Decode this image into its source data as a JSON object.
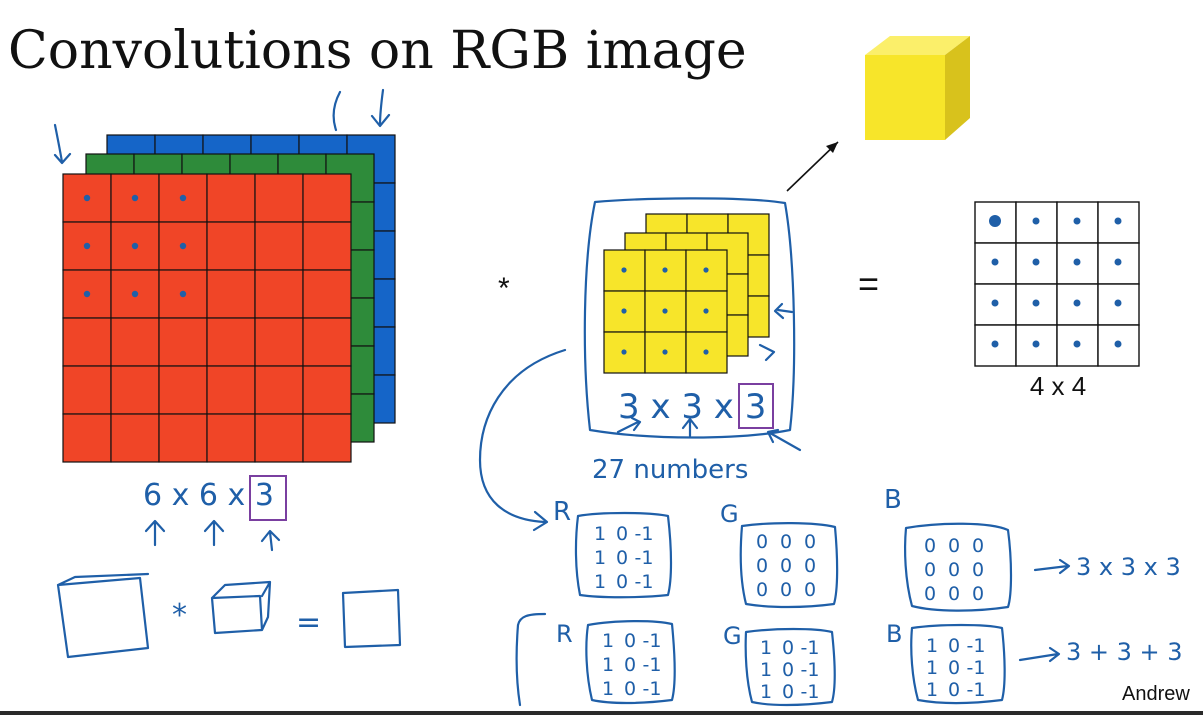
{
  "slide": {
    "title": "Convolutions on RGB image",
    "credit": "Andrew"
  },
  "input_volume": {
    "dims_label": "6 x 6 x 3",
    "rows": 6,
    "cols": 6
  },
  "filter": {
    "dims_label": "3 x 3 x 3",
    "count_label": "27 numbers",
    "rows": 3,
    "cols": 3
  },
  "operators": {
    "convolve": "*",
    "equals": "="
  },
  "output": {
    "size_label": "4 x 4",
    "rows": 4,
    "cols": 4
  },
  "channel_filters": {
    "row1": {
      "labels": [
        "R",
        "G",
        "B"
      ],
      "result": "3 x 3 x 3",
      "r_matrix": [
        [
          "1",
          "0",
          "-1"
        ],
        [
          "1",
          "0",
          "-1"
        ],
        [
          "1",
          "0",
          "-1"
        ]
      ],
      "g_matrix": [
        [
          "0",
          "0",
          "0"
        ],
        [
          "0",
          "0",
          "0"
        ],
        [
          "0",
          "0",
          "0"
        ]
      ],
      "b_matrix": [
        [
          "0",
          "0",
          "0"
        ],
        [
          "0",
          "0",
          "0"
        ],
        [
          "0",
          "0",
          "0"
        ]
      ]
    },
    "row2": {
      "labels": [
        "R",
        "G",
        "B"
      ],
      "result": "3 + 3 + 3",
      "r_matrix": [
        [
          "1",
          "0",
          "-1"
        ],
        [
          "1",
          "0",
          "-1"
        ],
        [
          "1",
          "0",
          "-1"
        ]
      ],
      "g_matrix": [
        [
          "1",
          "0",
          "-1"
        ],
        [
          "1",
          "0",
          "-1"
        ],
        [
          "1",
          "0",
          "-1"
        ]
      ],
      "b_matrix": [
        [
          "1",
          "0",
          "-1"
        ],
        [
          "1",
          "0",
          "-1"
        ],
        [
          "1",
          "0",
          "-1"
        ]
      ]
    }
  },
  "colors": {
    "red": "#f04527",
    "green": "#2e8b3a",
    "blue": "#1565c8",
    "yellow": "#f7e52a",
    "ink": "#1f5fa8",
    "purple": "#7a3fa0"
  }
}
